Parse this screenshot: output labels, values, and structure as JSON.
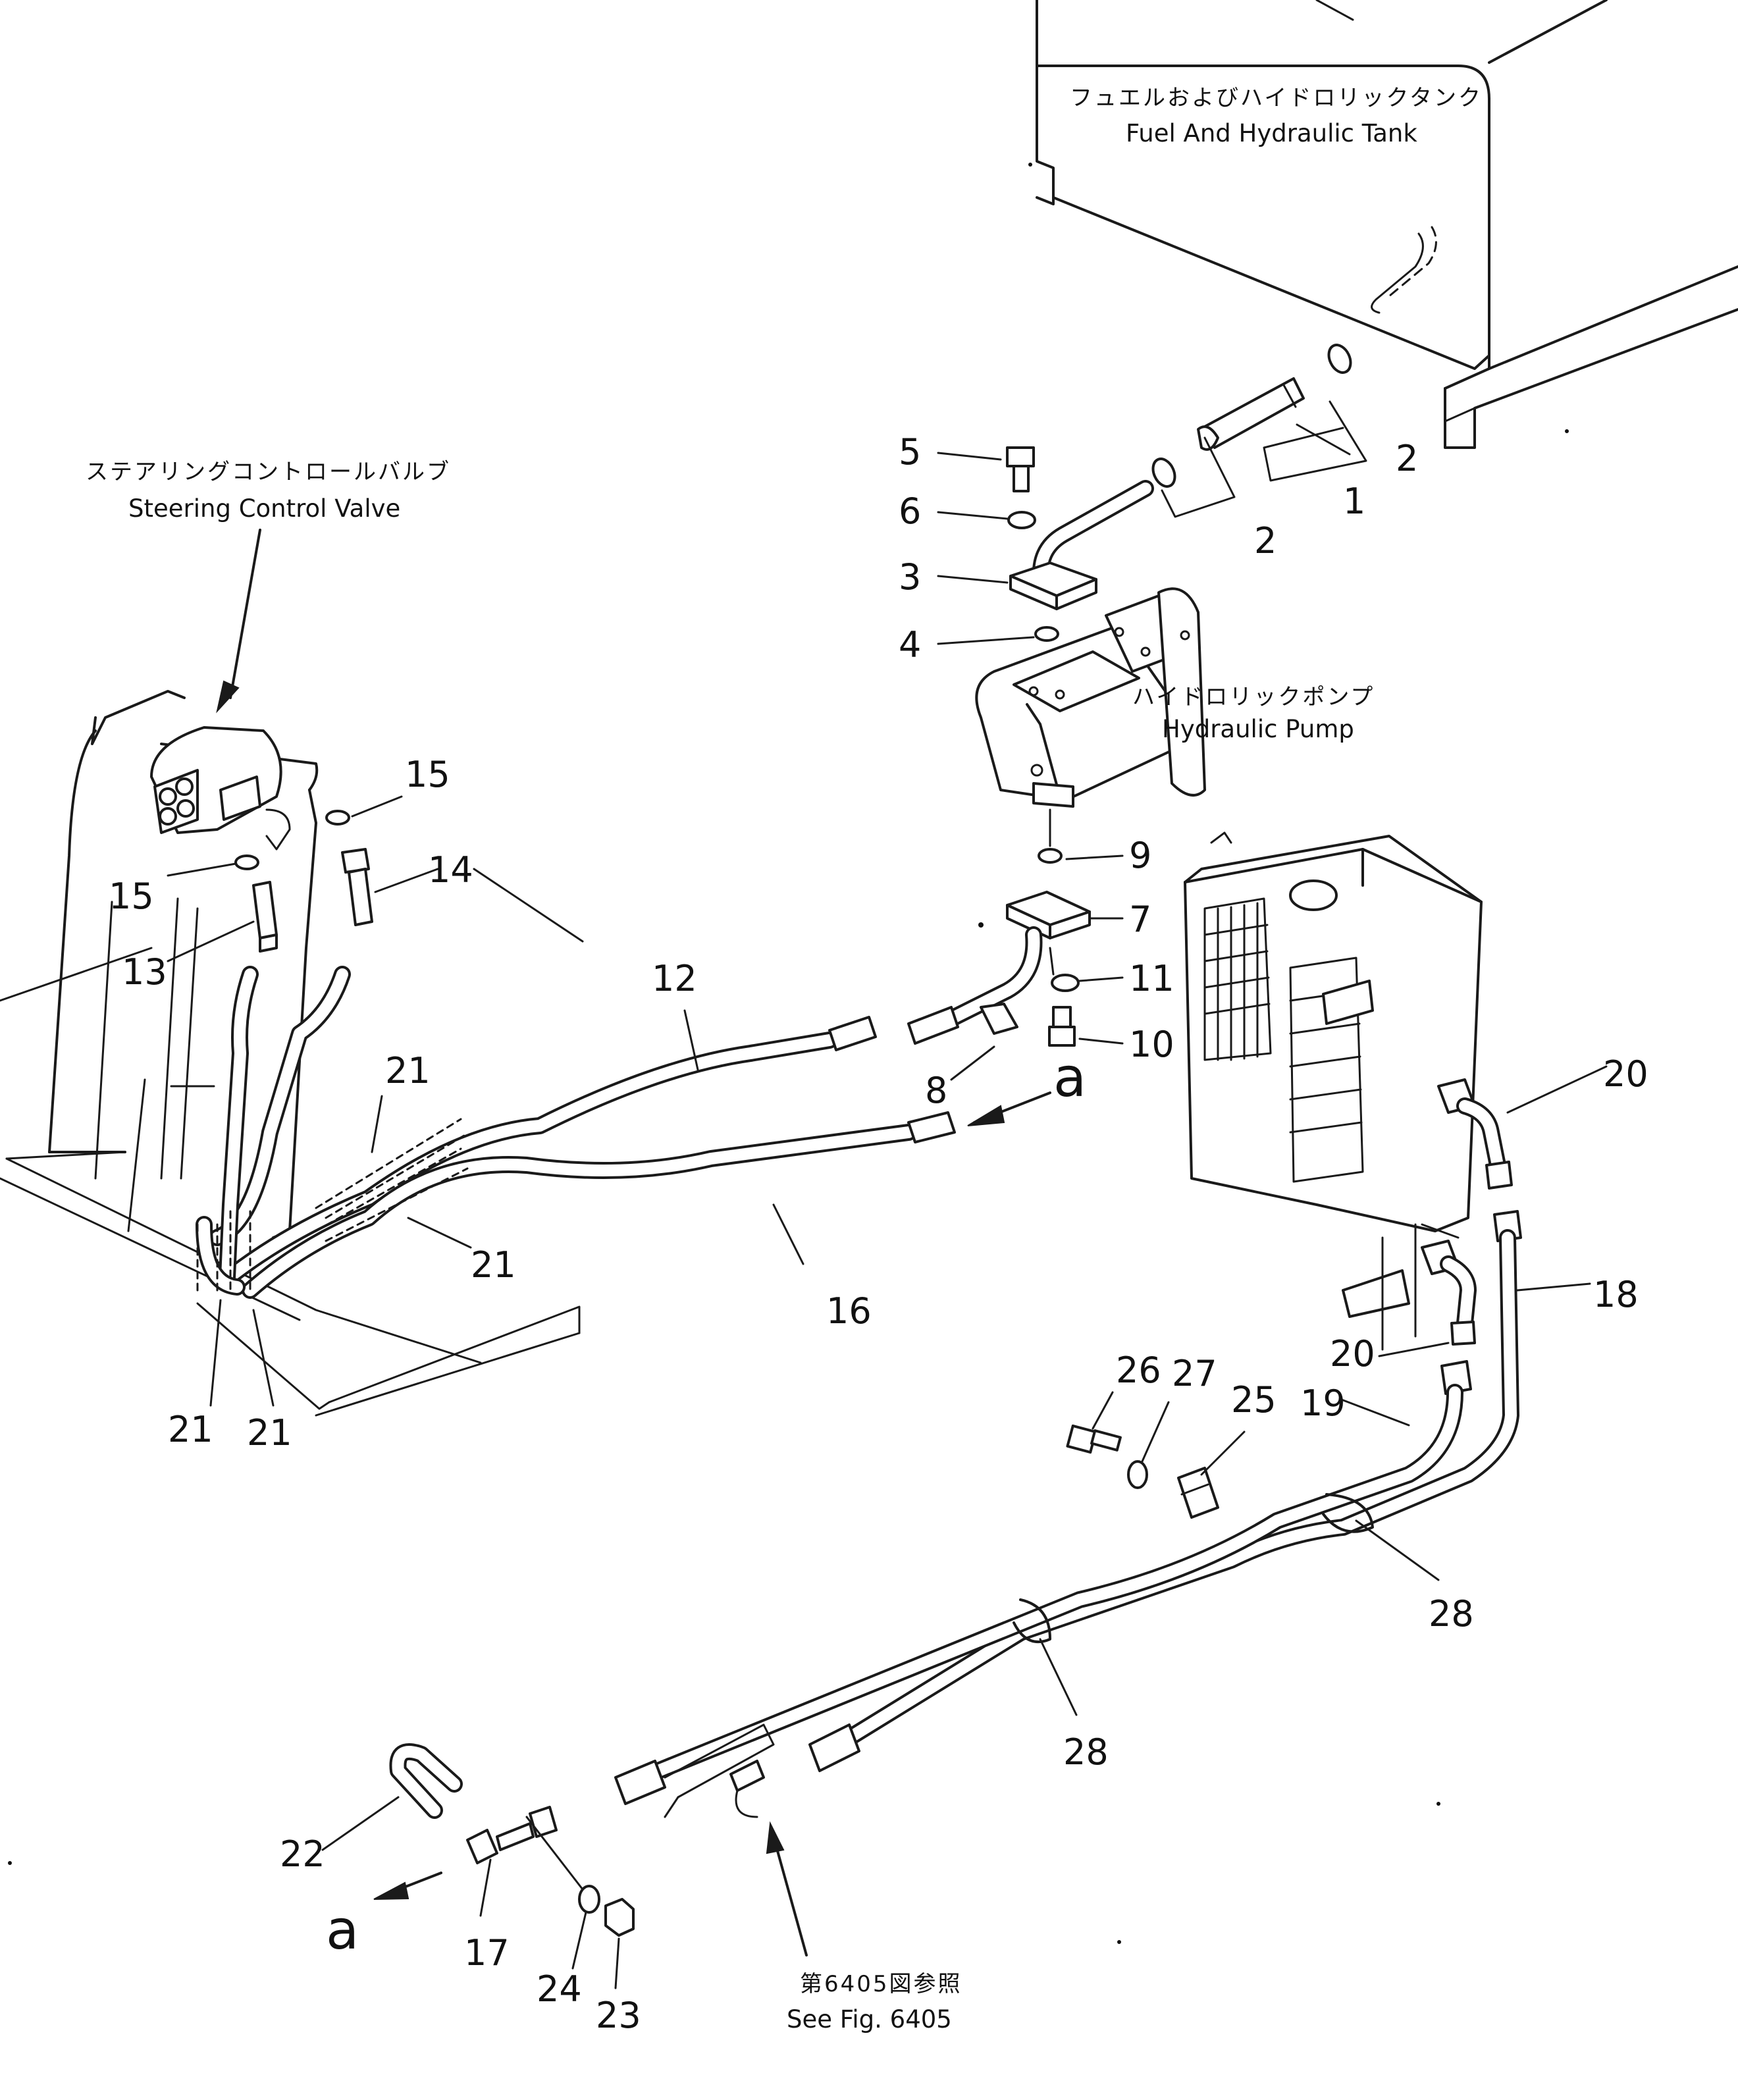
{
  "labels": {
    "fuel_tank_jp": "フュエルおよびハイドロリックタンク",
    "fuel_tank_en": "Fuel And Hydraulic Tank",
    "steering_valve_jp": "ステアリングコントロールバルブ",
    "steering_valve_en": "Steering Control Valve",
    "pump_jp": "ハイドロリックポンプ",
    "pump_en": "Hydraulic Pump",
    "see_fig_jp": "第6405図参照",
    "see_fig_en": "See Fig. 6405"
  },
  "callouts": {
    "n1": "1",
    "n2a": "2",
    "n2b": "2",
    "n3": "3",
    "n4": "4",
    "n5": "5",
    "n6": "6",
    "n7": "7",
    "n8": "8",
    "n9": "9",
    "n10": "10",
    "n11": "11",
    "n12": "12",
    "n13": "13",
    "n14": "14",
    "n15a": "15",
    "n15b": "15",
    "n16": "16",
    "n17": "17",
    "n18": "18",
    "n19": "19",
    "n20a": "20",
    "n20b": "20",
    "n21a": "21",
    "n21b": "21",
    "n21c": "21",
    "n21d": "21",
    "n22": "22",
    "n23": "23",
    "n24": "24",
    "n25": "25",
    "n26": "26",
    "n27": "27",
    "n28a": "28",
    "n28b": "28",
    "view_a_top": "a",
    "view_a_bottom": "a"
  }
}
